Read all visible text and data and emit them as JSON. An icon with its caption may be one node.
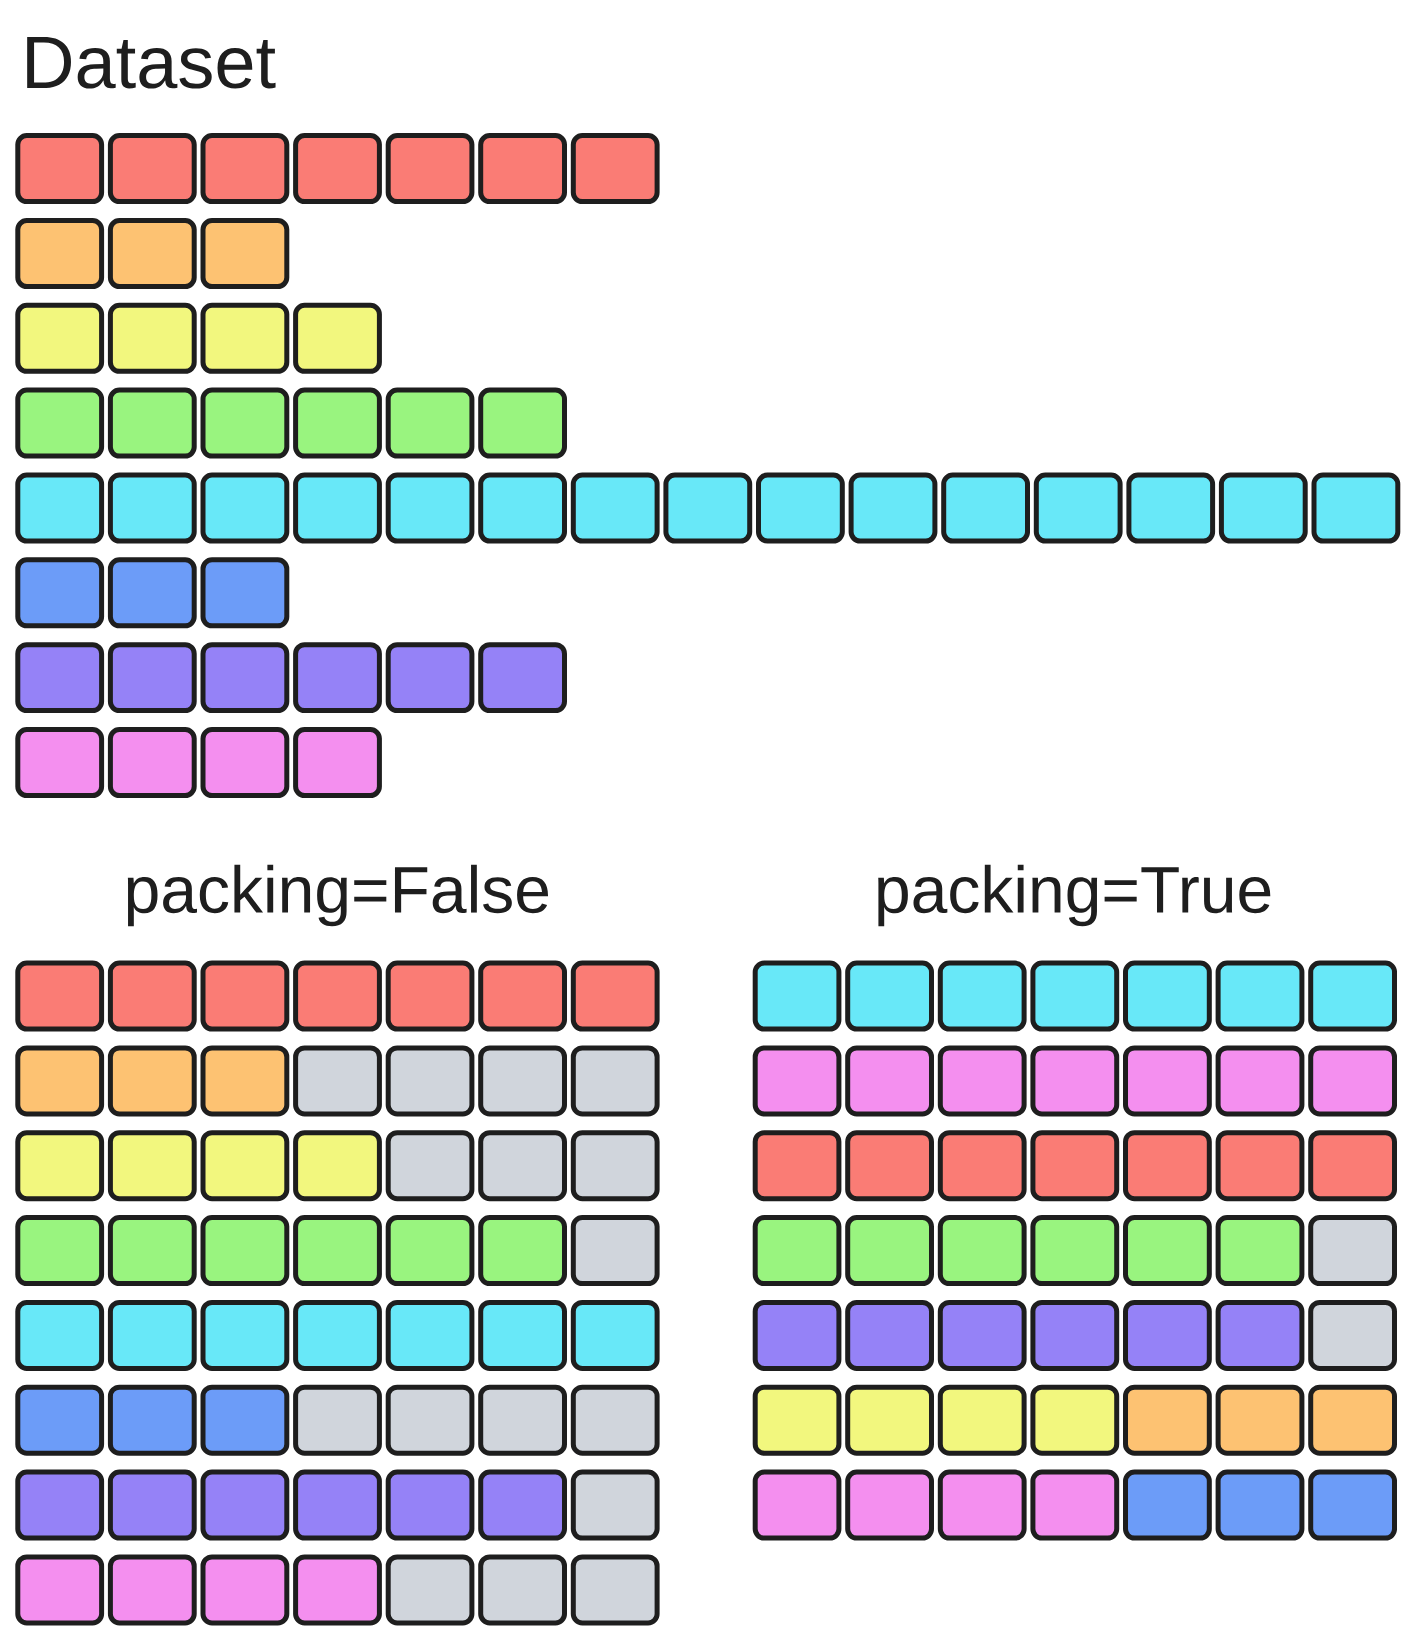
{
  "diagram": {
    "labels": [
      "Dataset",
      "packing=False",
      "packing=True"
    ]
  }
}
